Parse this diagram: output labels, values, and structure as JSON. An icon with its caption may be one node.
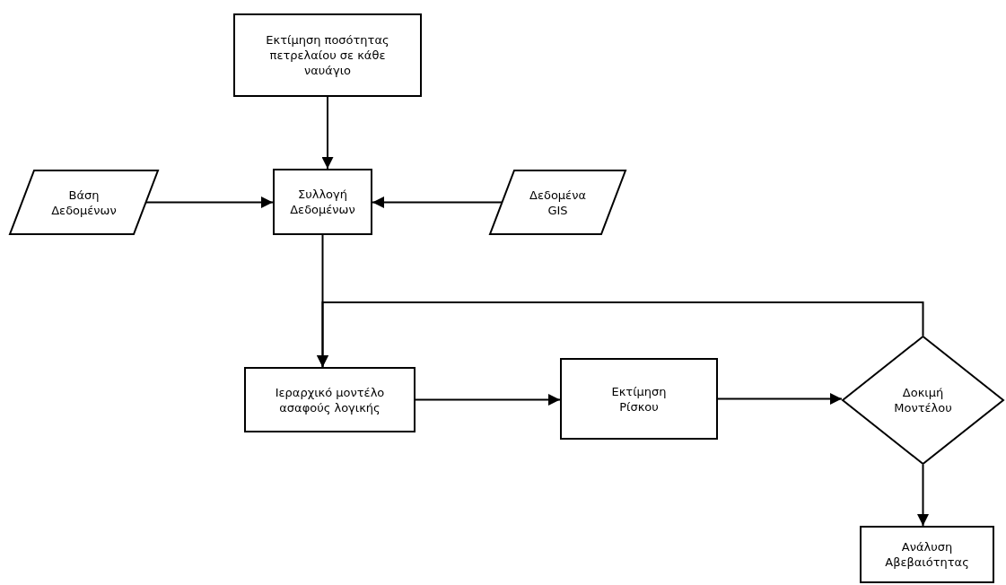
{
  "diagram": {
    "nodes": [
      {
        "text": [
          "Εκτίμηση ποσότητας πετρελαίου σε κάθε ναυάγιο"
        ]
      },
      {
        "text": [
          "Βάση Δεδομένων"
        ]
      },
      {
        "text": [
          "Συλλογή Δεδομένων"
        ]
      },
      {
        "text": [
          "Δεδομένα GIS"
        ]
      },
      {
        "text": [
          "Ιεραρχικό μοντέλο ασαφούς λογικής"
        ]
      },
      {
        "text": [
          "Εκτίμηση Ρίσκου"
        ]
      },
      {
        "text": [
          "Δοκιμή Μοντέλου"
        ]
      },
      {
        "text": [
          "Ανάλυση Αβεβαιότητας"
        ]
      }
    ],
    "edges": [
      {
        "from": 0,
        "to": 2,
        "arrow": "to"
      },
      {
        "from": 1,
        "to": 2,
        "arrow": "to"
      },
      {
        "from": 3,
        "to": 2,
        "arrow": "to"
      },
      {
        "from": 2,
        "to": 4,
        "arrow": "to"
      },
      {
        "from": 4,
        "to": 5,
        "arrow": "to"
      },
      {
        "from": 5,
        "to": 6,
        "arrow": "to"
      },
      {
        "from": 6,
        "to": 4,
        "arrow": "to"
      },
      {
        "from": 6,
        "to": 7,
        "arrow": "to"
      }
    ]
  }
}
